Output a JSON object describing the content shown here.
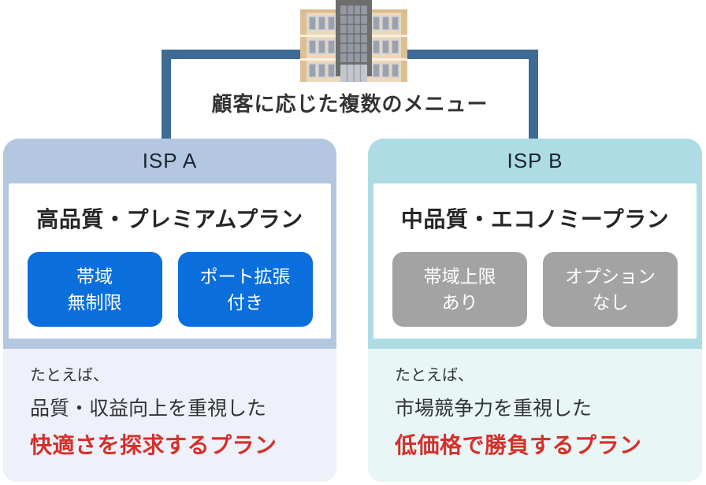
{
  "diagram": {
    "connector_label": "顧客に応じた複数のメニュー",
    "building_icon": "office-building"
  },
  "cards": [
    {
      "name": "ISP A",
      "plan_title": "高品質・プレミアムプラン",
      "tags": [
        "帯域\n無制限",
        "ポート拡張\n付き"
      ],
      "example": {
        "intro": "たとえば、",
        "description": "品質・収益向上を重視した",
        "highlight": "快適さを探求するプラン"
      }
    },
    {
      "name": "ISP B",
      "plan_title": "中品質・エコノミープラン",
      "tags": [
        "帯域上限\nあり",
        "オプション\nなし"
      ],
      "example": {
        "intro": "たとえば、",
        "description": "市場競争力を重視した",
        "highlight": "低価格で勝負するプラン"
      }
    }
  ],
  "colors": {
    "connector": "#3e6a96",
    "isp_a_header_bg": "#b3c7e1",
    "isp_a_tag_bg": "#0a6edc",
    "isp_a_example_bg": "#eef1f9",
    "isp_b_header_bg": "#addce4",
    "isp_b_tag_bg": "#a3a3a3",
    "isp_b_example_bg": "#e9f6f6",
    "highlight_text": "#d4302b",
    "dark_text": "#333333"
  }
}
